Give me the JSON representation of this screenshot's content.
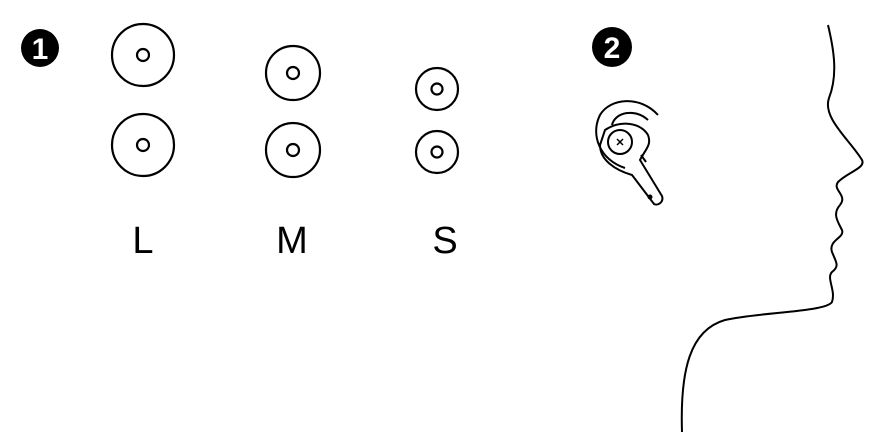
{
  "steps": {
    "step1": "1",
    "step2": "2"
  },
  "sizes": {
    "large": "L",
    "medium": "M",
    "small": "S"
  },
  "colors": {
    "ink": "#000000",
    "background": "#ffffff"
  }
}
